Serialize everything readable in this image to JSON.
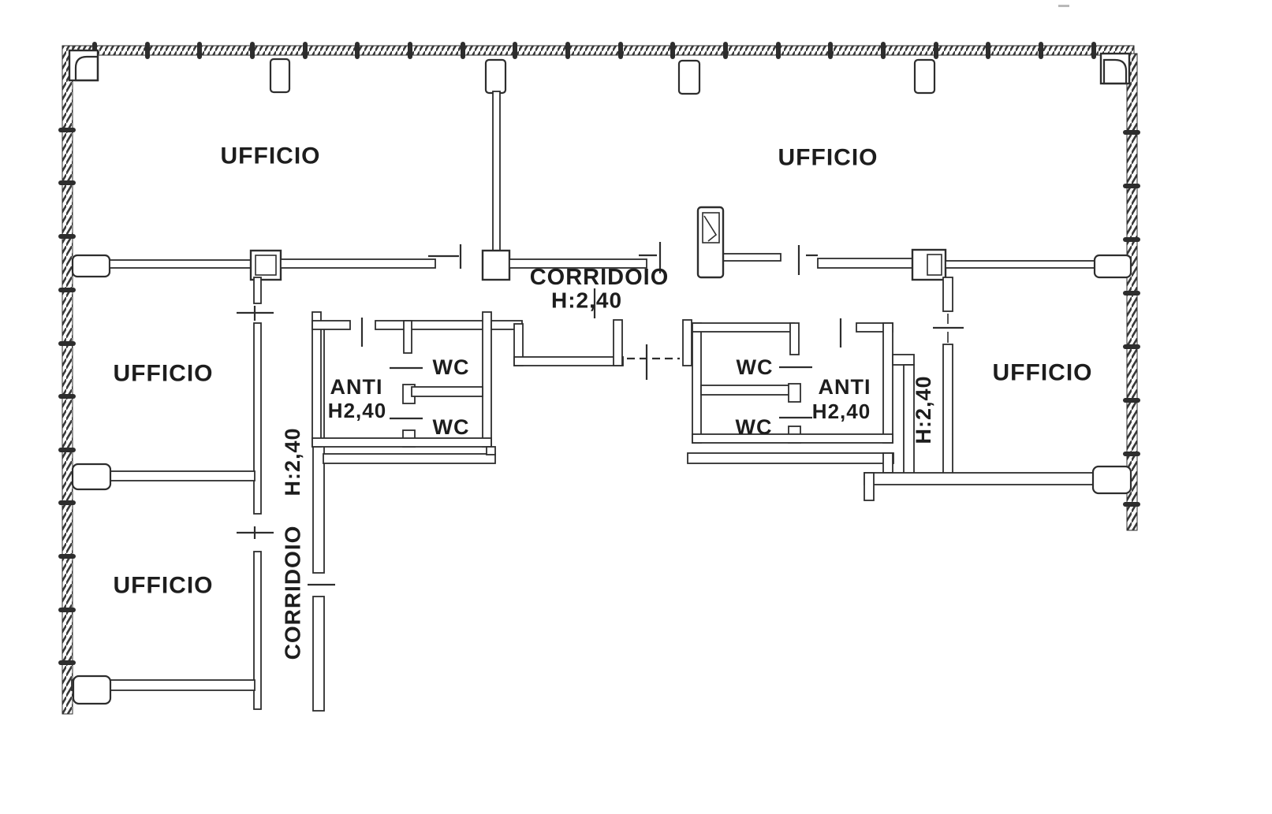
{
  "plan": {
    "ink_color": "#2d2d2d",
    "paper_color": "#ffffff",
    "labels": {
      "office_top_left": "UFFICIO",
      "office_top_right": "UFFICIO",
      "office_mid_left": "UFFICIO",
      "office_bottom_left": "UFFICIO",
      "office_right": "UFFICIO",
      "main_corridor": "CORRIDOIO",
      "main_corridor_height": "H:2,40",
      "left_corridor": "CORRIDOIO",
      "left_corridor_height": "H:2,40",
      "right_corridor_height": "H:2,40",
      "left_ante": "ANTI",
      "left_ante_height": "H2,40",
      "right_ante": "ANTI",
      "right_ante_height": "H2,40",
      "wc_left_top": "WC",
      "wc_left_bottom": "WC",
      "wc_right_top": "WC",
      "wc_right_bottom": "WC"
    }
  }
}
